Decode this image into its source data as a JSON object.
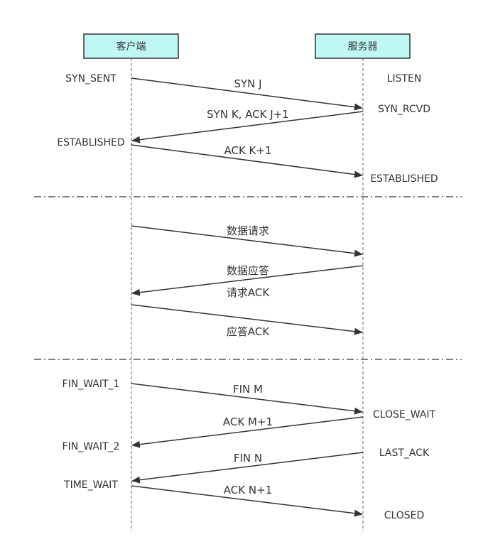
{
  "colors": {
    "box_fill": "#bff7f5",
    "line": "#333333",
    "text": "#333333"
  },
  "participants": {
    "client": "客户端",
    "server": "服务器"
  },
  "states": {
    "syn_sent": "SYN_SENT",
    "listen": "LISTEN",
    "syn_rcvd": "SYN_RCVD",
    "established_client": "ESTABLISHED",
    "established_server": "ESTABLISHED",
    "fin_wait_1": "FIN_WAIT_1",
    "close_wait": "CLOSE_WAIT",
    "fin_wait_2": "FIN_WAIT_2",
    "last_ack": "LAST_ACK",
    "time_wait": "TIME_WAIT",
    "closed": "CLOSED"
  },
  "messages": {
    "syn_j": "SYN J",
    "syn_k_ack": "SYN K, ACK J+1",
    "ack_k1": "ACK K+1",
    "data_request": "数据请求",
    "data_response": "数据应答",
    "request_ack": "请求ACK",
    "response_ack": "应答ACK",
    "fin_m": "FIN M",
    "ack_m1": "ACK M+1",
    "fin_n": "FIN N",
    "ack_n1": "ACK N+1"
  }
}
